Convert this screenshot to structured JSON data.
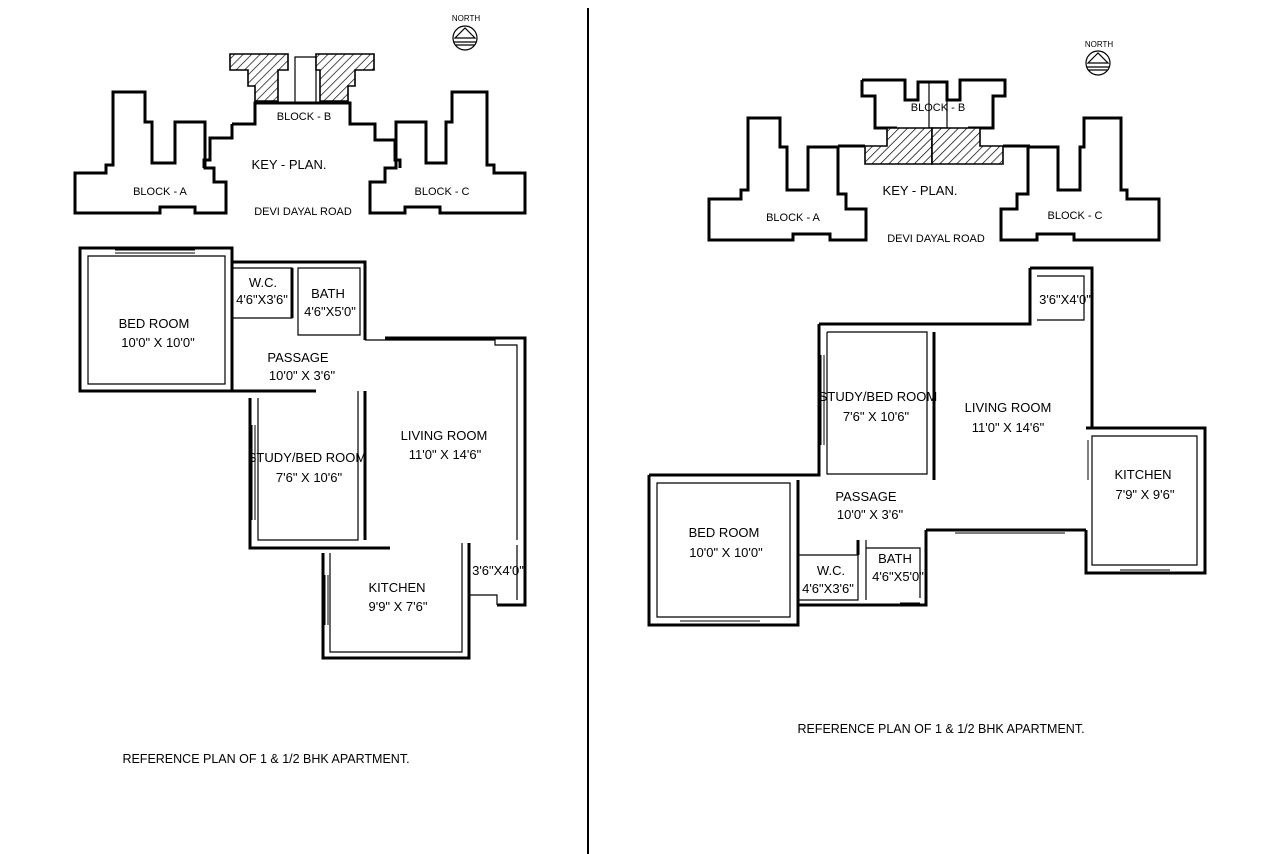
{
  "divider_color": "#000000",
  "left": {
    "north_label": "NORTH",
    "key_plan": {
      "title": "KEY - PLAN.",
      "road": "DEVI DAYAL ROAD",
      "block_a": "BLOCK - A",
      "block_b": "BLOCK - B",
      "block_c": "BLOCK - C"
    },
    "rooms": {
      "bed_room": {
        "name": "BED ROOM",
        "size": "10'0\" X 10'0\""
      },
      "wc": {
        "name": "W.C.",
        "size": "4'6\"X3'6\""
      },
      "bath": {
        "name": "BATH",
        "size": "4'6\"X5'0\""
      },
      "passage": {
        "name": "PASSAGE",
        "size": "10'0\" X 3'6\""
      },
      "study": {
        "name": "STUDY/BED ROOM",
        "size": "7'6\" X 10'6\""
      },
      "living": {
        "name": "LIVING ROOM",
        "size": "11'0\" X 14'6\""
      },
      "kitchen": {
        "name": "KITCHEN",
        "size": "9'9\" X 7'6\""
      },
      "balcony": {
        "size": "3'6\"X4'0\""
      }
    },
    "caption": "REFERENCE  PLAN OF 1 & 1/2  BHK  APARTMENT."
  },
  "right": {
    "north_label": "NORTH",
    "key_plan": {
      "title": "KEY - PLAN.",
      "road": "DEVI DAYAL ROAD",
      "block_a": "BLOCK - A",
      "block_b": "BLOCK - B",
      "block_c": "BLOCK - C"
    },
    "rooms": {
      "balcony": {
        "size": "3'6\"X4'0\""
      },
      "study": {
        "name": "STUDY/BED ROOM",
        "size": "7'6\" X 10'6\""
      },
      "living": {
        "name": "LIVING ROOM",
        "size": "11'0\" X 14'6\""
      },
      "kitchen": {
        "name": "KITCHEN",
        "size": "7'9\" X 9'6\""
      },
      "passage": {
        "name": "PASSAGE",
        "size": "10'0\" X 3'6\""
      },
      "bed_room": {
        "name": "BED ROOM",
        "size": "10'0\" X 10'0\""
      },
      "wc": {
        "name": "W.C.",
        "size": "4'6\"X3'6\""
      },
      "bath": {
        "name": "BATH",
        "size": "4'6\"X5'0\""
      }
    },
    "caption": "REFERENCE PLAN OF 1 & 1/2  BHK  APARTMENT."
  }
}
